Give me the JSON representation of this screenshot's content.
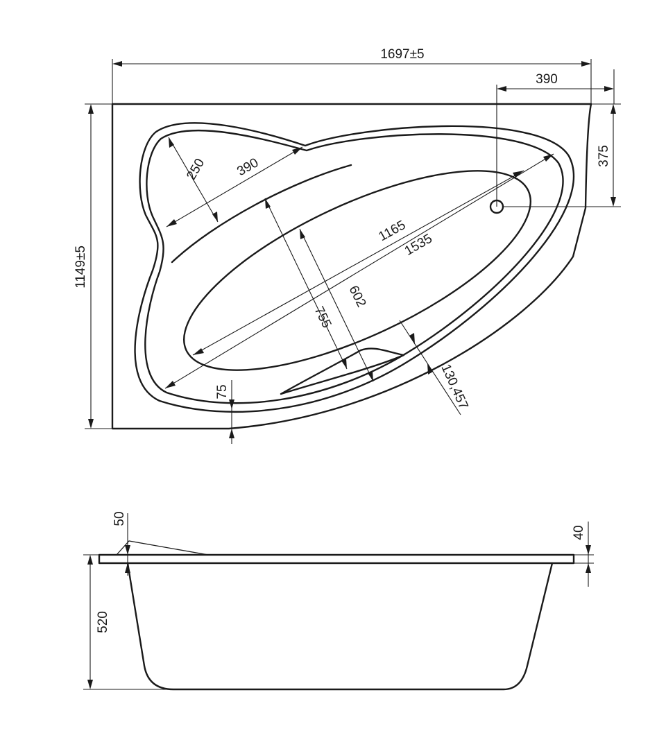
{
  "top_view": {
    "overall_length": "1697±5",
    "overall_width": "1149±5",
    "drain_offset_x": "390",
    "drain_offset_y": "375",
    "headrest_width": "250",
    "headrest_length": "390",
    "inner_length": "1165",
    "outer_length": "1535",
    "inner_width": "602",
    "outer_width": "755",
    "rim_width": "75",
    "armrest_angle": "130,457"
  },
  "side_view": {
    "rim_height_left": "50",
    "rim_height_right": "40",
    "tub_depth": "520"
  }
}
